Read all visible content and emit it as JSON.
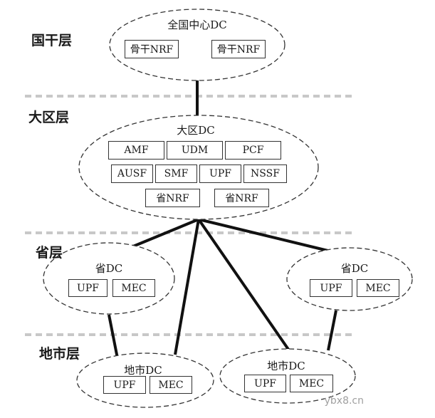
{
  "layers": {
    "national": "国干层",
    "region": "大区层",
    "province": "省层",
    "city": "地市层"
  },
  "dcs": {
    "national": {
      "title": "全国中心DC",
      "nfs": [
        "骨干NRF",
        "骨干NRF"
      ]
    },
    "region": {
      "title": "大区DC",
      "row1": [
        "AMF",
        "UDM",
        "PCF"
      ],
      "row2": [
        "AUSF",
        "SMF",
        "UPF",
        "NSSF"
      ],
      "row3": [
        "省NRF",
        "省NRF"
      ]
    },
    "province_left": {
      "title": "省DC",
      "nfs": [
        "UPF",
        "MEC"
      ]
    },
    "province_right": {
      "title": "省DC",
      "nfs": [
        "UPF",
        "MEC"
      ]
    },
    "city_left": {
      "title": "地市DC",
      "nfs": [
        "UPF",
        "MEC"
      ]
    },
    "city_right": {
      "title": "地市DC",
      "nfs": [
        "UPF",
        "MEC"
      ]
    }
  },
  "watermark": "ybx8.cn"
}
